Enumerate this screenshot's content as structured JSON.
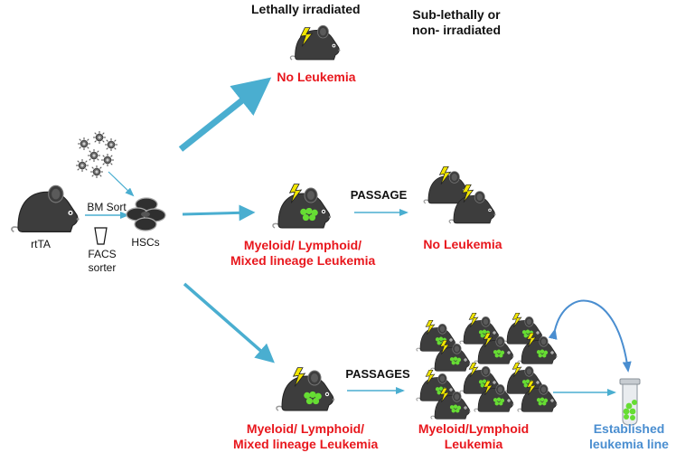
{
  "labels": {
    "lethally_irradiated": "Lethally irradiated",
    "sublethal_line1": "Sub-lethally or",
    "sublethal_line2": "non- irradiated",
    "no_leukemia_top": "No Leukemia",
    "rtta": "rtTA",
    "bm_sort": "BM Sort",
    "facs_line1": "FACS",
    "facs_line2": "sorter",
    "hscs": "HSCs",
    "passage": "PASSAGE",
    "passages": "PASSAGES",
    "mid_leukemia_line1": "Myeloid/ Lymphoid/",
    "mid_leukemia_line2": "Mixed lineage Leukemia",
    "no_leukemia_mid": "No Leukemia",
    "bot_leukemia_line1": "Myeloid/ Lymphoid/",
    "bot_leukemia_line2": "Mixed lineage Leukemia",
    "ml_leukemia_line1": "Myeloid/Lymphoid",
    "ml_leukemia_line2": "Leukemia",
    "established_line1": "Established",
    "established_line2": "leukemia line"
  },
  "colors": {
    "red_text": "#e8171d",
    "arrow_teal": "#4aaed0",
    "arrow_blue": "#4a8ed0",
    "mouse_body": "#3d3d3d",
    "leukemia_cells": "#66dd33",
    "lightning": "#f2e600"
  },
  "icons": [
    "mouse-icon",
    "lightning-icon",
    "leukemic-cells-icon",
    "bone-marrow-cells-icon",
    "hsc-cluster-icon",
    "facs-tube-icon",
    "test-tube-icon"
  ]
}
